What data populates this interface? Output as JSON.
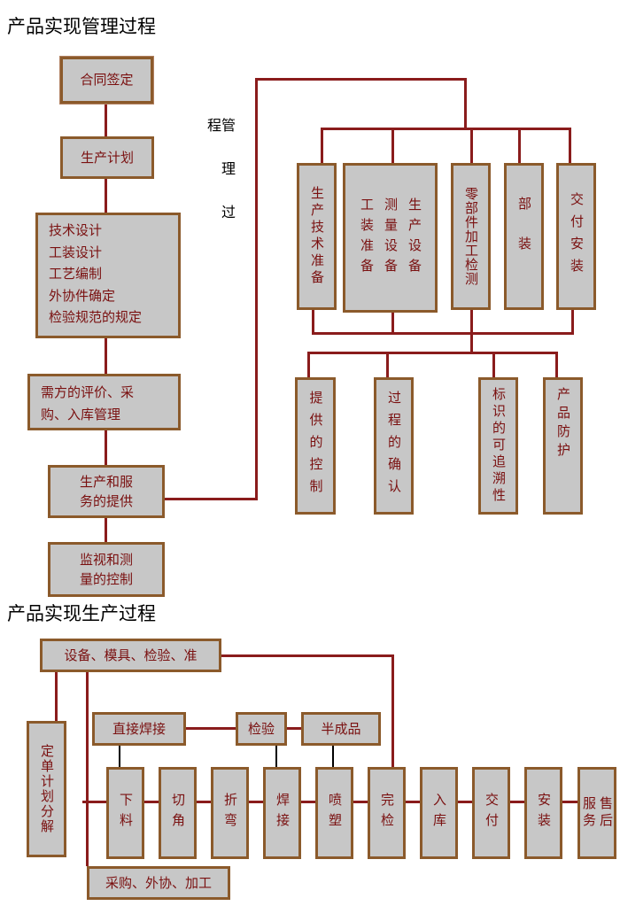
{
  "titles": {
    "mgmt": "产品实现管理过程",
    "prod": "产品实现生产过程"
  },
  "mgmt_flow": {
    "contract": "合同签定",
    "plan": "生产计划",
    "design_lines": [
      "技术设计",
      "工装设计",
      "工艺编制",
      "外协件确定",
      "检验规范的规定"
    ],
    "demand_lines": [
      "需方的评价、采",
      "购、入库管理"
    ],
    "supply_lines": [
      "生产和服",
      "务的提供"
    ],
    "monitor_lines": [
      "监视和测",
      "量的控制"
    ],
    "side_label": "管理过程"
  },
  "prep_row": {
    "tech_prep": "生产技术准备",
    "equip_cols": [
      "生产设备",
      "测量设备",
      "工装准备"
    ],
    "parts": "零部件加工检测",
    "assembly": "部装",
    "install": "交付安装"
  },
  "control_row": {
    "provide": "提供的控制",
    "confirm": "过程的确认",
    "trace": "标识的可追溯性",
    "protect": "产品防护"
  },
  "prod_flow": {
    "equipment": "设备、模具、检验、准",
    "order": "定单计划分解",
    "weld_direct": "直接焊接",
    "inspect": "检验",
    "semi": "半成品",
    "purchase": "采购、外协、加工",
    "steps": [
      "下料",
      "切角",
      "折弯",
      "焊接",
      "喷塑",
      "完检",
      "入库",
      "交付",
      "安装",
      "售后服务"
    ]
  }
}
